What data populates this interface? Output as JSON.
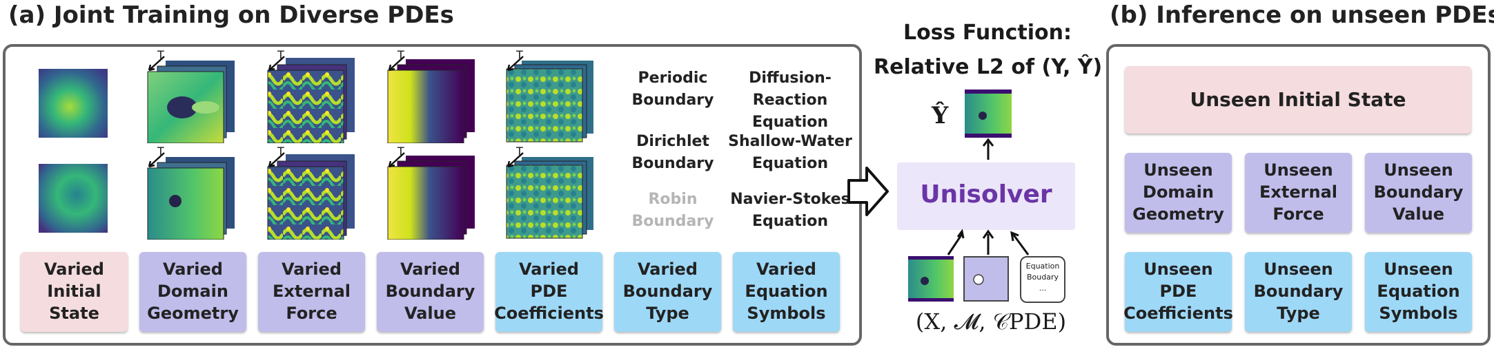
{
  "left_panel": {
    "title": "(a) Joint Training on Diverse PDEs",
    "time_label": "T",
    "boundary_types": [
      "Periodic\nBoundary",
      "Dirichlet\nBoundary",
      "Robin\nBoundary"
    ],
    "equations": [
      "Diffusion-Reaction\nEquation",
      "Shallow-Water\nEquation",
      "Navier-Stokes\nEquation"
    ],
    "cards": [
      {
        "label": "Varied\nInitial\nState",
        "color": "pink"
      },
      {
        "label": "Varied\nDomain\nGeometry",
        "color": "lavender"
      },
      {
        "label": "Varied\nExternal\nForce",
        "color": "lavender"
      },
      {
        "label": "Varied\nBoundary\nValue",
        "color": "lavender"
      },
      {
        "label": "Varied\nPDE\nCoefficients",
        "color": "blue"
      },
      {
        "label": "Varied\nBoundary\nType",
        "color": "blue"
      },
      {
        "label": "Varied\nEquation\nSymbols",
        "color": "blue"
      }
    ]
  },
  "middle": {
    "loss_line1": "Loss Function:",
    "loss_line2": "Relative L2 of (Y, Ŷ)",
    "y_hat": "Ŷ",
    "model_name": "Unisolver",
    "symbol_box_lines": [
      "Equation",
      "Boudary",
      "..."
    ],
    "inputs_label": "(X,  𝓜,  𝒞PDE)"
  },
  "right_panel": {
    "title": "(b) Inference on unseen PDEs",
    "top_card": "Unseen Initial State",
    "cards": [
      {
        "label": "Unseen\nDomain\nGeometry",
        "color": "lavender"
      },
      {
        "label": "Unseen\nExternal\nForce",
        "color": "lavender"
      },
      {
        "label": "Unseen\nBoundary\nValue",
        "color": "lavender"
      },
      {
        "label": "Unseen\nPDE\nCoefficients",
        "color": "blue"
      },
      {
        "label": "Unseen\nBoundary\nType",
        "color": "blue"
      },
      {
        "label": "Unseen\nEquation\nSymbols",
        "color": "blue"
      }
    ]
  },
  "colors": {
    "pink": "#f5dcdf",
    "lavender": "#c0bdeb",
    "blue": "#9ed8f7",
    "unisolver_text": "#6a35a6",
    "unisolver_bg": "#ebe6f9",
    "border": "#666666"
  }
}
